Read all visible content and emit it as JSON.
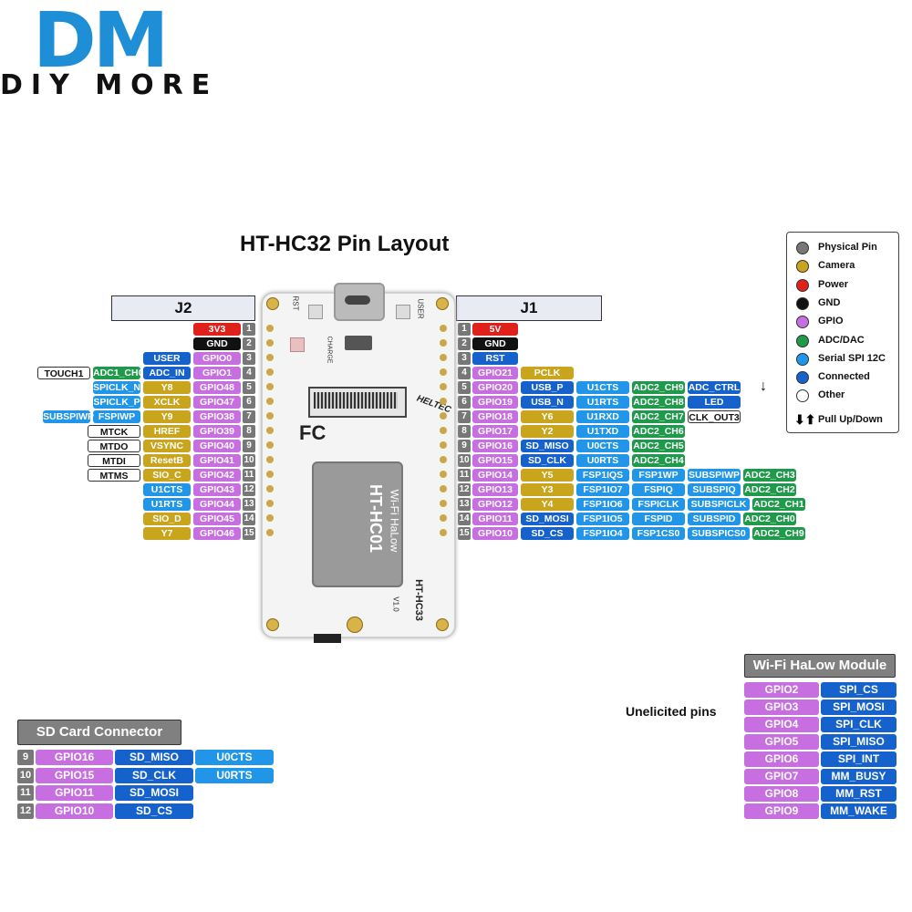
{
  "brand": {
    "mark": "DM",
    "name": "DIY MORE"
  },
  "title": "HT-HC32 Pin Layout",
  "j2": {
    "header": "J2",
    "rows": [
      {
        "num": "1",
        "pills": [
          {
            "t": "3V3",
            "c": "pwr"
          }
        ]
      },
      {
        "num": "2",
        "pills": [
          {
            "t": "GND",
            "c": "gnd"
          }
        ]
      },
      {
        "num": "3",
        "pills": [
          {
            "t": "GPIO0",
            "c": "gpio"
          },
          {
            "t": "USER",
            "c": "con"
          }
        ]
      },
      {
        "num": "4",
        "pills": [
          {
            "t": "GPIO1",
            "c": "gpio"
          },
          {
            "t": "ADC_IN",
            "c": "con"
          },
          {
            "t": "ADC1_CH0",
            "c": "adc"
          },
          {
            "t": "TOUCH1",
            "c": "oth"
          }
        ]
      },
      {
        "num": "5",
        "pills": [
          {
            "t": "GPIO48",
            "c": "gpio"
          },
          {
            "t": "Y8",
            "c": "cam"
          },
          {
            "t": "SPICLK_N",
            "c": "ser"
          }
        ]
      },
      {
        "num": "6",
        "pills": [
          {
            "t": "GPIO47",
            "c": "gpio"
          },
          {
            "t": "XCLK",
            "c": "cam"
          },
          {
            "t": "SPICLK_P",
            "c": "ser"
          }
        ]
      },
      {
        "num": "7",
        "pills": [
          {
            "t": "GPIO38",
            "c": "gpio"
          },
          {
            "t": "Y9",
            "c": "cam"
          },
          {
            "t": "FSPIWP",
            "c": "ser"
          },
          {
            "t": "SUBSPIWP",
            "c": "ser"
          }
        ]
      },
      {
        "num": "8",
        "pills": [
          {
            "t": "GPIO39",
            "c": "gpio"
          },
          {
            "t": "HREF",
            "c": "cam"
          },
          {
            "t": "MTCK",
            "c": "oth"
          }
        ]
      },
      {
        "num": "9",
        "pills": [
          {
            "t": "GPIO40",
            "c": "gpio"
          },
          {
            "t": "VSYNC",
            "c": "cam"
          },
          {
            "t": "MTDO",
            "c": "oth"
          }
        ]
      },
      {
        "num": "10",
        "pills": [
          {
            "t": "GPIO41",
            "c": "gpio"
          },
          {
            "t": "ResetB",
            "c": "cam"
          },
          {
            "t": "MTDI",
            "c": "oth"
          }
        ]
      },
      {
        "num": "11",
        "pills": [
          {
            "t": "GPIO42",
            "c": "gpio"
          },
          {
            "t": "SIO_C",
            "c": "cam"
          },
          {
            "t": "MTMS",
            "c": "oth"
          }
        ]
      },
      {
        "num": "12",
        "pills": [
          {
            "t": "GPIO43",
            "c": "gpio"
          },
          {
            "t": "U1CTS",
            "c": "ser"
          }
        ]
      },
      {
        "num": "13",
        "pills": [
          {
            "t": "GPIO44",
            "c": "gpio"
          },
          {
            "t": "U1RTS",
            "c": "ser"
          }
        ]
      },
      {
        "num": "14",
        "pills": [
          {
            "t": "GPIO45",
            "c": "gpio"
          },
          {
            "t": "SIO_D",
            "c": "cam"
          }
        ]
      },
      {
        "num": "15",
        "pills": [
          {
            "t": "GPIO46",
            "c": "gpio"
          },
          {
            "t": "Y7",
            "c": "cam"
          }
        ]
      }
    ]
  },
  "j1": {
    "header": "J1",
    "rows": [
      {
        "num": "1",
        "pills": [
          {
            "t": "5V",
            "c": "pwr"
          }
        ]
      },
      {
        "num": "2",
        "pills": [
          {
            "t": "GND",
            "c": "gnd"
          }
        ]
      },
      {
        "num": "3",
        "pills": [
          {
            "t": "RST",
            "c": "con"
          }
        ]
      },
      {
        "num": "4",
        "pills": [
          {
            "t": "GPIO21",
            "c": "gpio"
          },
          {
            "t": "PCLK",
            "c": "cam"
          }
        ]
      },
      {
        "num": "5",
        "pills": [
          {
            "t": "GPIO20",
            "c": "gpio"
          },
          {
            "t": "USB_P",
            "c": "con"
          },
          {
            "t": "U1CTS",
            "c": "ser"
          },
          {
            "t": "ADC2_CH9",
            "c": "adc"
          },
          {
            "t": "ADC_CTRL",
            "c": "con"
          }
        ]
      },
      {
        "num": "6",
        "pills": [
          {
            "t": "GPIO19",
            "c": "gpio"
          },
          {
            "t": "USB_N",
            "c": "con"
          },
          {
            "t": "U1RTS",
            "c": "ser"
          },
          {
            "t": "ADC2_CH8",
            "c": "adc"
          },
          {
            "t": "LED",
            "c": "con"
          }
        ]
      },
      {
        "num": "7",
        "pills": [
          {
            "t": "GPIO18",
            "c": "gpio"
          },
          {
            "t": "Y6",
            "c": "cam"
          },
          {
            "t": "U1RXD",
            "c": "ser"
          },
          {
            "t": "ADC2_CH7",
            "c": "adc"
          },
          {
            "t": "CLK_OUT3",
            "c": "oth"
          }
        ]
      },
      {
        "num": "8",
        "pills": [
          {
            "t": "GPIO17",
            "c": "gpio"
          },
          {
            "t": "Y2",
            "c": "cam"
          },
          {
            "t": "U1TXD",
            "c": "ser"
          },
          {
            "t": "ADC2_CH6",
            "c": "adc"
          }
        ]
      },
      {
        "num": "9",
        "pills": [
          {
            "t": "GPIO16",
            "c": "gpio"
          },
          {
            "t": "SD_MISO",
            "c": "con"
          },
          {
            "t": "U0CTS",
            "c": "ser"
          },
          {
            "t": "ADC2_CH5",
            "c": "adc"
          }
        ]
      },
      {
        "num": "10",
        "pills": [
          {
            "t": "GPIO15",
            "c": "gpio"
          },
          {
            "t": "SD_CLK",
            "c": "con"
          },
          {
            "t": "U0RTS",
            "c": "ser"
          },
          {
            "t": "ADC2_CH4",
            "c": "adc"
          }
        ]
      },
      {
        "num": "11",
        "pills": [
          {
            "t": "GPIO14",
            "c": "gpio"
          },
          {
            "t": "Y5",
            "c": "cam"
          },
          {
            "t": "FSP1IQS",
            "c": "ser"
          },
          {
            "t": "FSP1WP",
            "c": "ser"
          },
          {
            "t": "SUBSPIWP",
            "c": "ser"
          },
          {
            "t": "ADC2_CH3",
            "c": "adc"
          }
        ]
      },
      {
        "num": "12",
        "pills": [
          {
            "t": "GPIO13",
            "c": "gpio"
          },
          {
            "t": "Y3",
            "c": "cam"
          },
          {
            "t": "FSP1IO7",
            "c": "ser"
          },
          {
            "t": "FSPIQ",
            "c": "ser"
          },
          {
            "t": "SUBSPIQ",
            "c": "ser"
          },
          {
            "t": "ADC2_CH2",
            "c": "adc"
          }
        ]
      },
      {
        "num": "13",
        "pills": [
          {
            "t": "GPIO12",
            "c": "gpio"
          },
          {
            "t": "Y4",
            "c": "cam"
          },
          {
            "t": "FSP1IO6",
            "c": "ser"
          },
          {
            "t": "FSPICLK",
            "c": "ser"
          },
          {
            "t": "SUBSPICLK",
            "c": "ser"
          },
          {
            "t": "ADC2_CH1",
            "c": "adc"
          }
        ]
      },
      {
        "num": "14",
        "pills": [
          {
            "t": "GPIO11",
            "c": "gpio"
          },
          {
            "t": "SD_MOSI",
            "c": "con"
          },
          {
            "t": "FSP1IO5",
            "c": "ser"
          },
          {
            "t": "FSPID",
            "c": "ser"
          },
          {
            "t": "SUBSPID",
            "c": "ser"
          },
          {
            "t": "ADC2_CH0",
            "c": "adc"
          }
        ]
      },
      {
        "num": "15",
        "pills": [
          {
            "t": "GPIO10",
            "c": "gpio"
          },
          {
            "t": "SD_CS",
            "c": "con"
          },
          {
            "t": "FSP1IO4",
            "c": "ser"
          },
          {
            "t": "FSP1CS0",
            "c": "ser"
          },
          {
            "t": "SUBSPICS0",
            "c": "ser"
          },
          {
            "t": "ADC2_CH9",
            "c": "adc"
          }
        ]
      }
    ]
  },
  "board": {
    "labels": {
      "rst": "RST",
      "user": "USER",
      "charge": "CHARGE",
      "brand": "HELTEC",
      "module": "HT-HC01",
      "module_sub": "Wi-Fi HaLow",
      "model": "HT-HC33",
      "version": "V1.0",
      "fcc": "FC"
    }
  },
  "legend": {
    "items": [
      {
        "label": "Physical Pin",
        "color": "#777777"
      },
      {
        "label": "Camera",
        "color": "#c9a51d"
      },
      {
        "label": "Power",
        "color": "#e0201a"
      },
      {
        "label": "GND",
        "color": "#111111"
      },
      {
        "label": "GPIO",
        "color": "#c76fe0"
      },
      {
        "label": "ADC/DAC",
        "color": "#1e9a4a"
      },
      {
        "label": "Serial SPI 12C",
        "color": "#2196e8"
      },
      {
        "label": "Connected",
        "color": "#1662cc"
      },
      {
        "label": "Other",
        "color": "#ffffff"
      }
    ],
    "pull_label": "Pull Up/Down"
  },
  "sd_card": {
    "header": "SD Card Connector",
    "rows": [
      {
        "num": "9",
        "gpio": "GPIO16",
        "fn": "SD_MISO",
        "extra": "U0CTS"
      },
      {
        "num": "10",
        "gpio": "GPIO15",
        "fn": "SD_CLK",
        "extra": "U0RTS"
      },
      {
        "num": "11",
        "gpio": "GPIO11",
        "fn": "SD_MOSI",
        "extra": ""
      },
      {
        "num": "12",
        "gpio": "GPIO10",
        "fn": "SD_CS",
        "extra": ""
      }
    ]
  },
  "halow": {
    "header": "Wi-Fi HaLow Module",
    "note": "Unelicited pins",
    "rows": [
      {
        "gpio": "GPIO2",
        "fn": "SPI_CS"
      },
      {
        "gpio": "GPIO3",
        "fn": "SPI_MOSI"
      },
      {
        "gpio": "GPIO4",
        "fn": "SPI_CLK"
      },
      {
        "gpio": "GPIO5",
        "fn": "SPI_MISO"
      },
      {
        "gpio": "GPIO6",
        "fn": "SPI_INT"
      },
      {
        "gpio": "GPIO7",
        "fn": "MM_BUSY"
      },
      {
        "gpio": "GPIO8",
        "fn": "MM_RST"
      },
      {
        "gpio": "GPIO9",
        "fn": "MM_WAKE"
      }
    ]
  }
}
